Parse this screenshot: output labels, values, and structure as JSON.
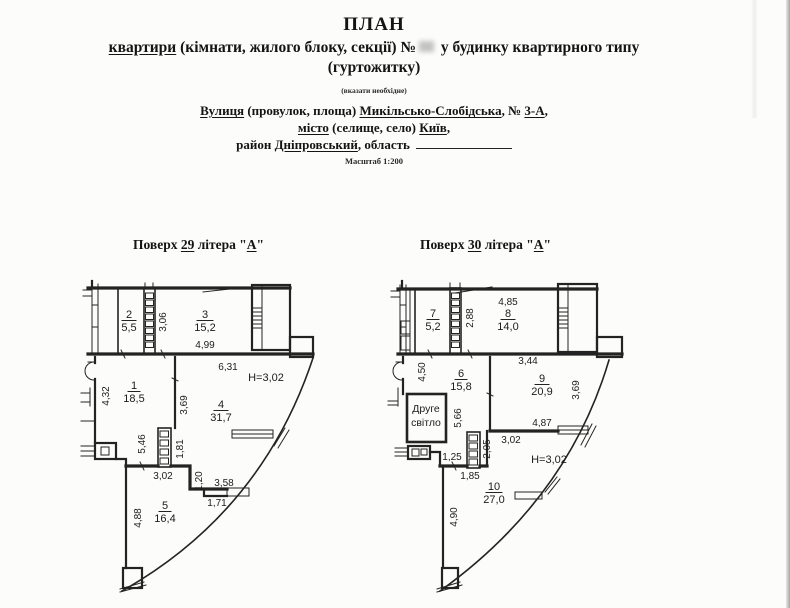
{
  "header": {
    "title": "ПЛАН",
    "line2_part1": "квартири",
    "line2_part2": " (кімнати, жилого блоку, секції) №",
    "line2_part3": " у будинку квартирного типу",
    "line3": "(гуртожитку)",
    "note": "(вказати необхідне)",
    "address": {
      "street_label": "Вулиця",
      "street_paren": " (провулок, площа) ",
      "street_value": "Микільсько-Слобідська",
      "street_no_label": ", № ",
      "street_no": "3-А",
      "street_tail": ",",
      "city_label": "місто",
      "city_paren": " (селище, село) ",
      "city_value": "Київ",
      "city_tail": ",",
      "district_label": "район ",
      "district_value": "Дніпровський",
      "district_tail": ", область"
    },
    "scale": "Масштаб 1:200"
  },
  "plans": [
    {
      "title": {
        "prefix": "Поверх ",
        "floor": "29",
        "mid": " літера \"",
        "letter": "А",
        "suffix": "\""
      },
      "height_label": "H=3,02",
      "rooms": [
        {
          "num": "2",
          "area": "5,5"
        },
        {
          "num": "3",
          "area": "15,2"
        },
        {
          "num": "1",
          "area": "18,5"
        },
        {
          "num": "4",
          "area": "31,7"
        },
        {
          "num": "5",
          "area": "16,4"
        }
      ],
      "dims": [
        "3,06",
        "4,99",
        "6,31",
        "4,32",
        "3,69",
        "5,46",
        "1,81",
        "3,02",
        "1,20",
        "3,58",
        "1,71",
        "4,88"
      ]
    },
    {
      "title": {
        "prefix": "Поверх ",
        "floor": "30",
        "mid": " літера \"",
        "letter": "А",
        "suffix": "\""
      },
      "height_label": "H=3,02",
      "second_light": {
        "line1": "Друге",
        "line2": "світло"
      },
      "rooms": [
        {
          "num": "7",
          "area": "5,2"
        },
        {
          "num": "8",
          "area": "14,0"
        },
        {
          "num": "6",
          "area": "15,8"
        },
        {
          "num": "9",
          "area": "20,9"
        },
        {
          "num": "10",
          "area": "27,0"
        }
      ],
      "dims": [
        "2,88",
        "4,85",
        "3,44",
        "4,50",
        "3,69",
        "5,66",
        "4,87",
        "3,02",
        "2,05",
        "1,25",
        "1,85",
        "4,90"
      ]
    }
  ]
}
